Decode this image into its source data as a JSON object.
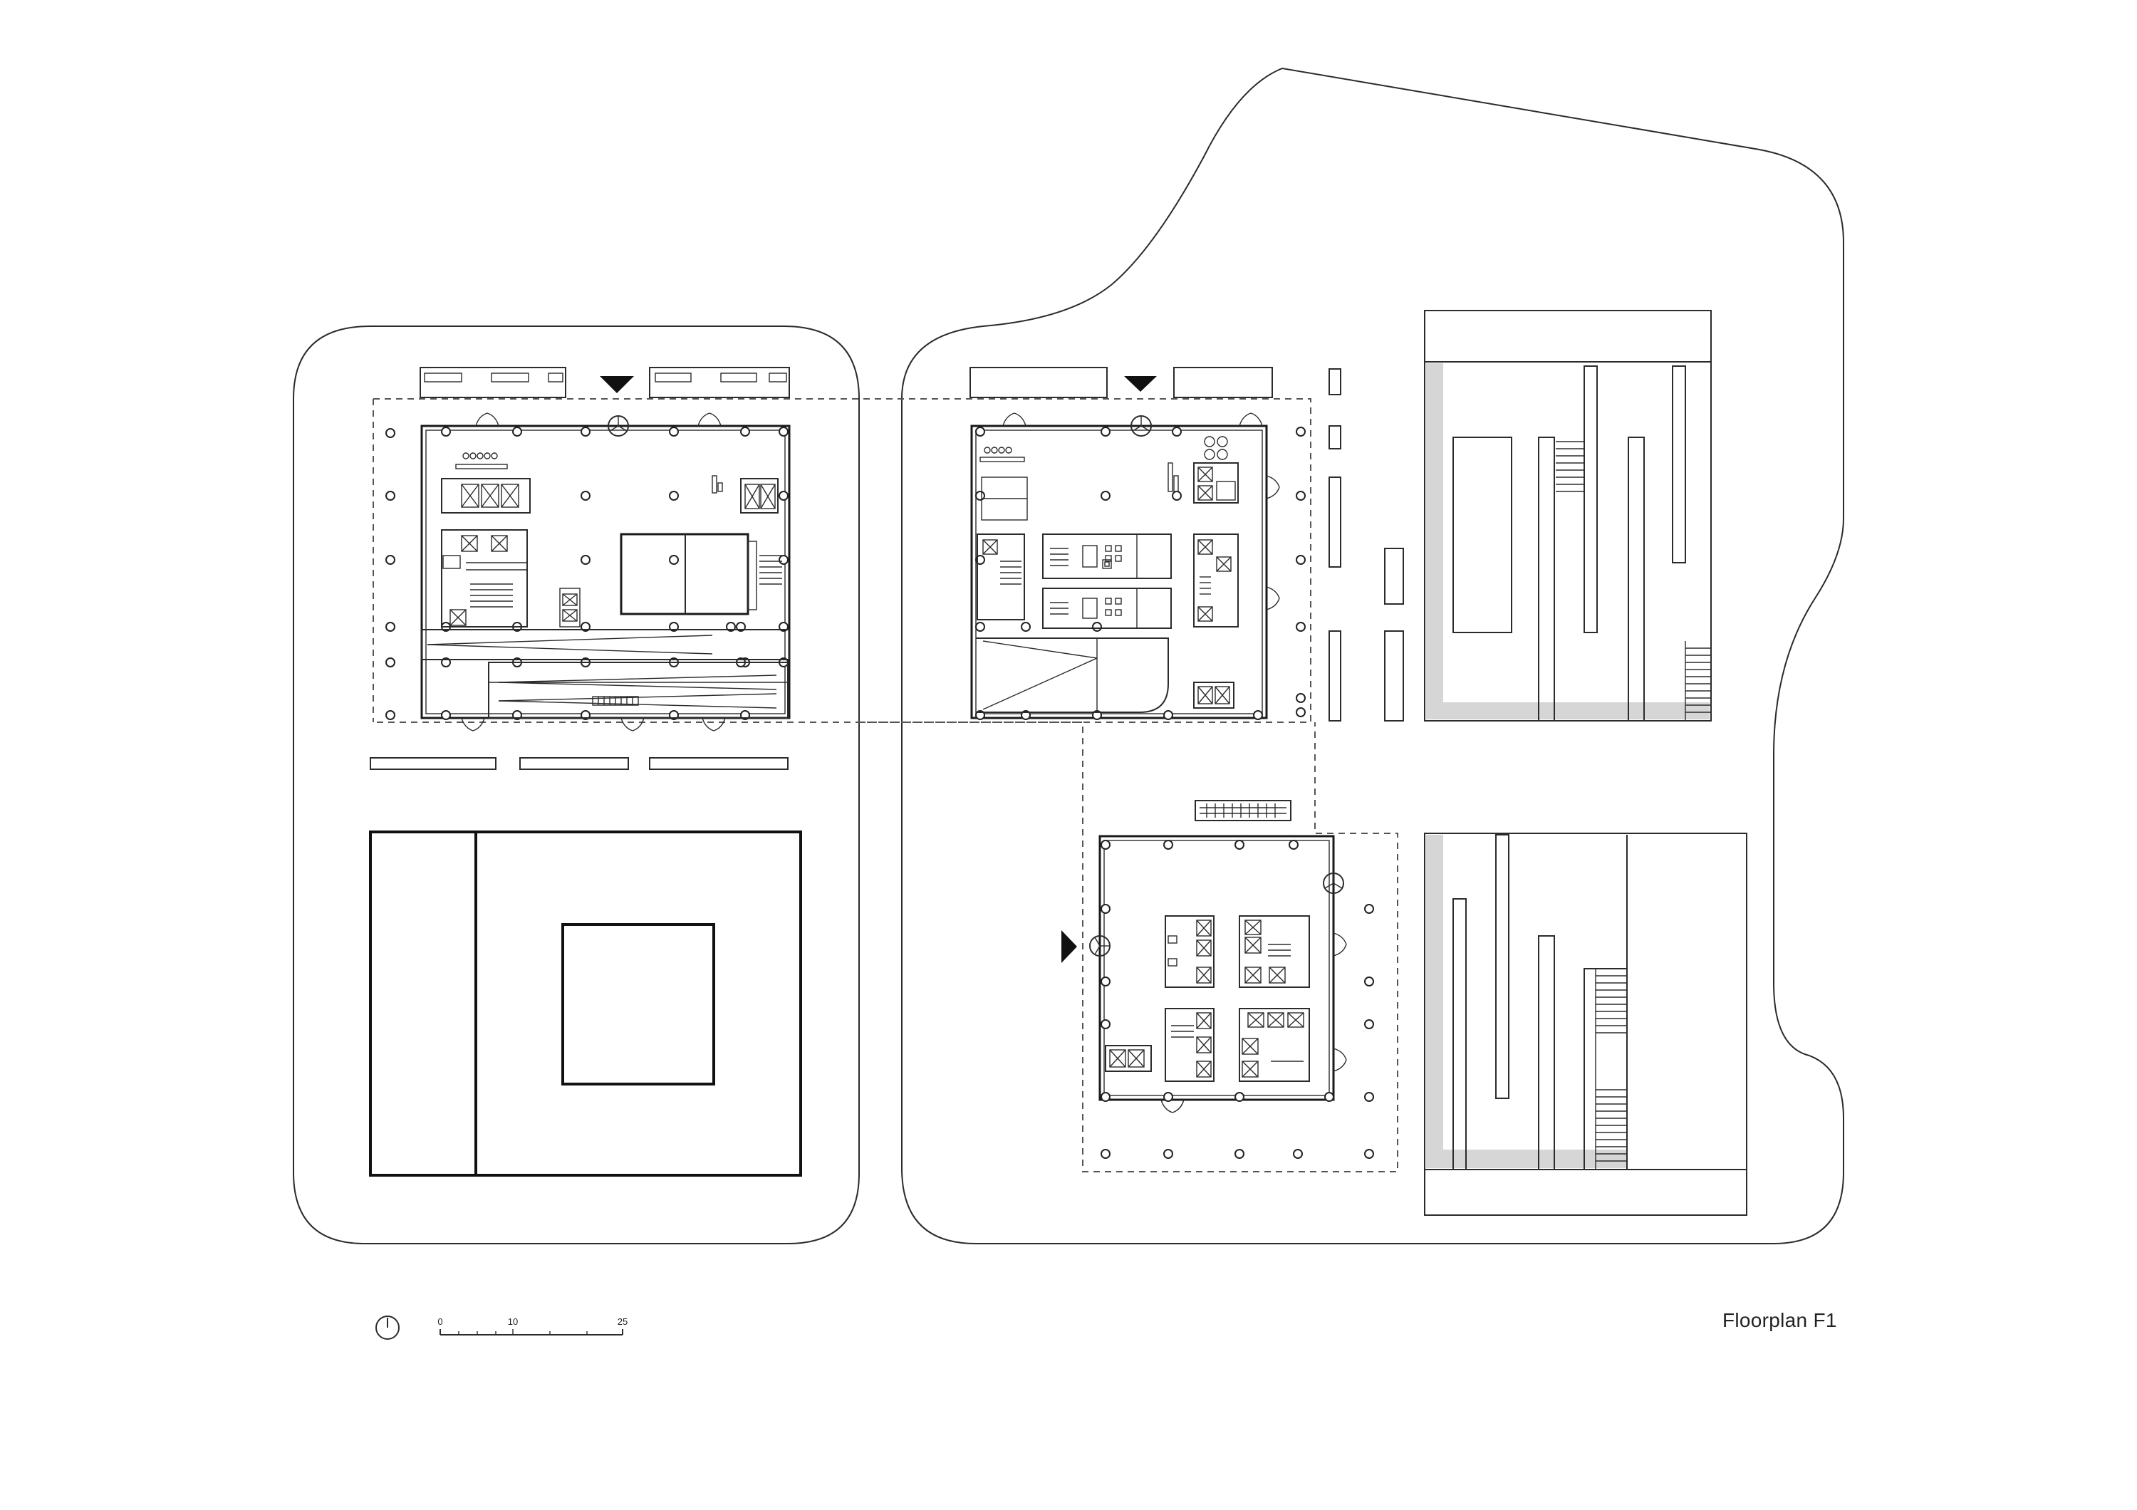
{
  "title": "Floorplan F1",
  "scale_bar": {
    "labels": [
      "0",
      "10",
      "25"
    ]
  },
  "icons": {
    "north_arrow": "north-arrow-icon",
    "entrance": "entrance-arrow-icon",
    "revolving_door": "revolving-door-icon"
  }
}
